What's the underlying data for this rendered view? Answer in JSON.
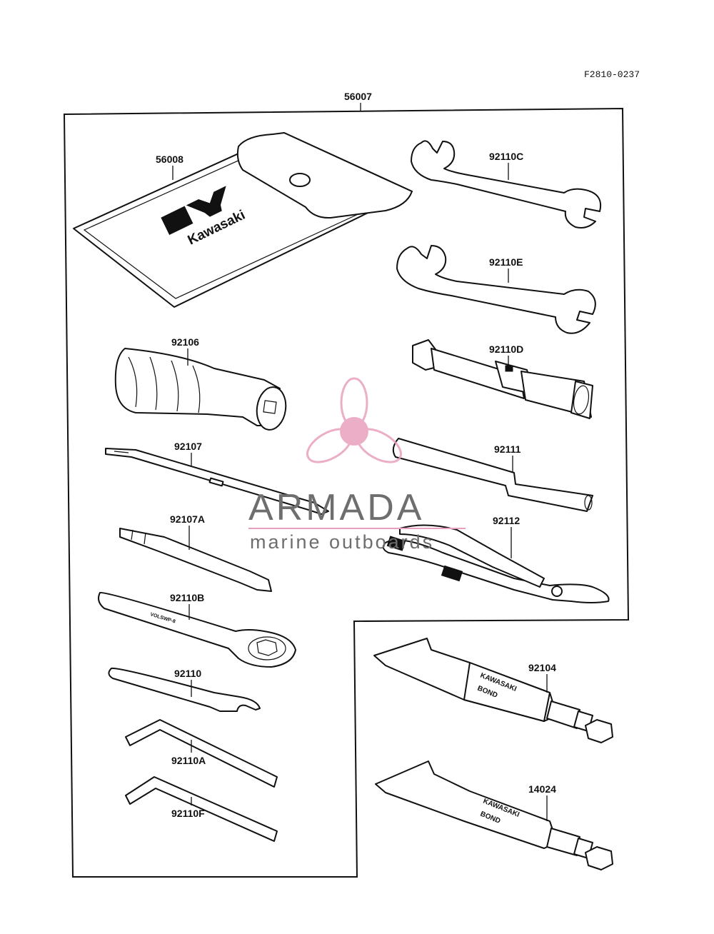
{
  "figure_code": "F2810-0237",
  "kit_label": "56007",
  "parts": {
    "p56008": "56008",
    "p92110C": "92110C",
    "p92110E": "92110E",
    "p92106": "92106",
    "p92110D": "92110D",
    "p92107": "92107",
    "p92111": "92111",
    "p92107A": "92107A",
    "p92112": "92112",
    "p92110B": "92110B",
    "p92110": "92110",
    "p92104": "92104",
    "p92110A": "92110A",
    "p14024": "14024",
    "p92110F": "92110F"
  },
  "pouch_brand": "Kawasaki",
  "tube_line1": "KAWASAKI",
  "tube_line2": "BOND",
  "watermark": {
    "title": "ARMADA",
    "subtitle": "marine outboards",
    "color": "#e9a0be"
  }
}
